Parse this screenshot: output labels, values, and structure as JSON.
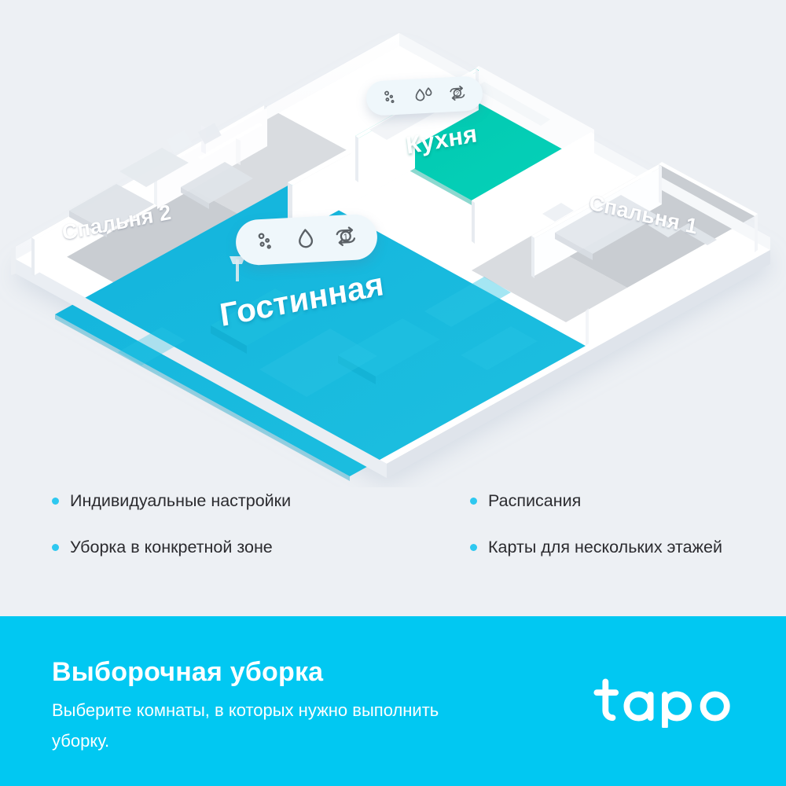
{
  "colors": {
    "page_background": "#edf0f4",
    "banner_blue": "#01c8f2",
    "living_room_zone": "#17b7dd",
    "kitchen_zone": "#00c9b0",
    "bedroom_floor": "#c9cdd2",
    "bullet_dot": "#2ec8f0",
    "wall_white": "#ffffff",
    "text_dark": "#2b2b2f"
  },
  "floorplan": {
    "title": "interactive-floor-plan",
    "rooms": [
      {
        "id": "bedroom2",
        "label": "Спальня 2",
        "zone_color": "#c9cdd2",
        "selected": false
      },
      {
        "id": "kitchen",
        "label": "Кухня",
        "zone_color": "#00c9b0",
        "selected": true
      },
      {
        "id": "bedroom1",
        "label": "Спальня 1",
        "zone_color": "#c9cdd2",
        "selected": false
      },
      {
        "id": "living",
        "label": "Гостинная",
        "zone_color": "#17b7dd",
        "selected": true
      }
    ],
    "pills": [
      {
        "room": "kitchen",
        "suction_icon": "suction-dust-icon",
        "water_icon": "water-drop-double-icon",
        "water_level": 2,
        "repeat_icon": "repeat-cycle-icon",
        "repeat_count": "2"
      },
      {
        "room": "living",
        "suction_icon": "suction-dust-icon",
        "water_icon": "water-drop-single-icon",
        "water_level": 1,
        "repeat_icon": "repeat-cycle-icon",
        "repeat_count": "1"
      }
    ]
  },
  "features": {
    "left_column": [
      "Индивидуальные настройки",
      "Уборка в конкретной зоне"
    ],
    "right_column": [
      "Расписания",
      "Карты для нескольких этажей"
    ]
  },
  "banner": {
    "title": "Выборочная уборка",
    "subtitle": "Выберите комнаты, в которых нужно выполнить уборку.",
    "logo_text": "tapo"
  }
}
